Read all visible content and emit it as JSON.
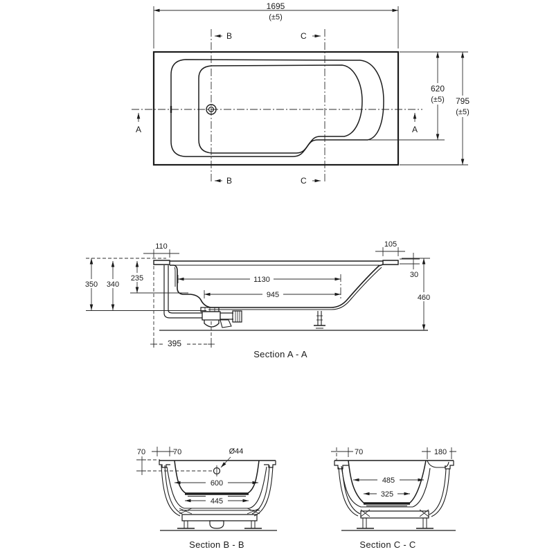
{
  "meta": {
    "type": "technical-drawing",
    "subject": "shower bath dimensional drawing, plan view and sections"
  },
  "plan": {
    "length": "1695",
    "length_tol": "(±5)",
    "inner_width": "620",
    "inner_width_tol": "(±5)",
    "overall_width": "795",
    "overall_width_tol": "(±5)",
    "marker_a_left": "A",
    "marker_a_right": "A",
    "marker_b_top": "B",
    "marker_b_bottom": "B",
    "marker_c_top": "C",
    "marker_c_bottom": "C"
  },
  "section_aa": {
    "label": "Section A - A",
    "rim_overhang_left": "110",
    "rim_overhang_right": "105",
    "depth_to_shelf": "235",
    "depth_overall": "350",
    "depth_inner": "340",
    "length_top": "1130",
    "length_bottom": "945",
    "rim_height": "30",
    "overall_height": "460",
    "waste_offset": "395"
  },
  "section_bb": {
    "label": "Section B - B",
    "overflow_drop": "70",
    "rim_width": "70",
    "overflow_diameter": "Ø44",
    "width_top": "600",
    "width_bottom": "445"
  },
  "section_cc": {
    "label": "Section C - C",
    "rim_width": "70",
    "ledge_width": "180",
    "width_top": "485",
    "width_bottom": "325"
  }
}
